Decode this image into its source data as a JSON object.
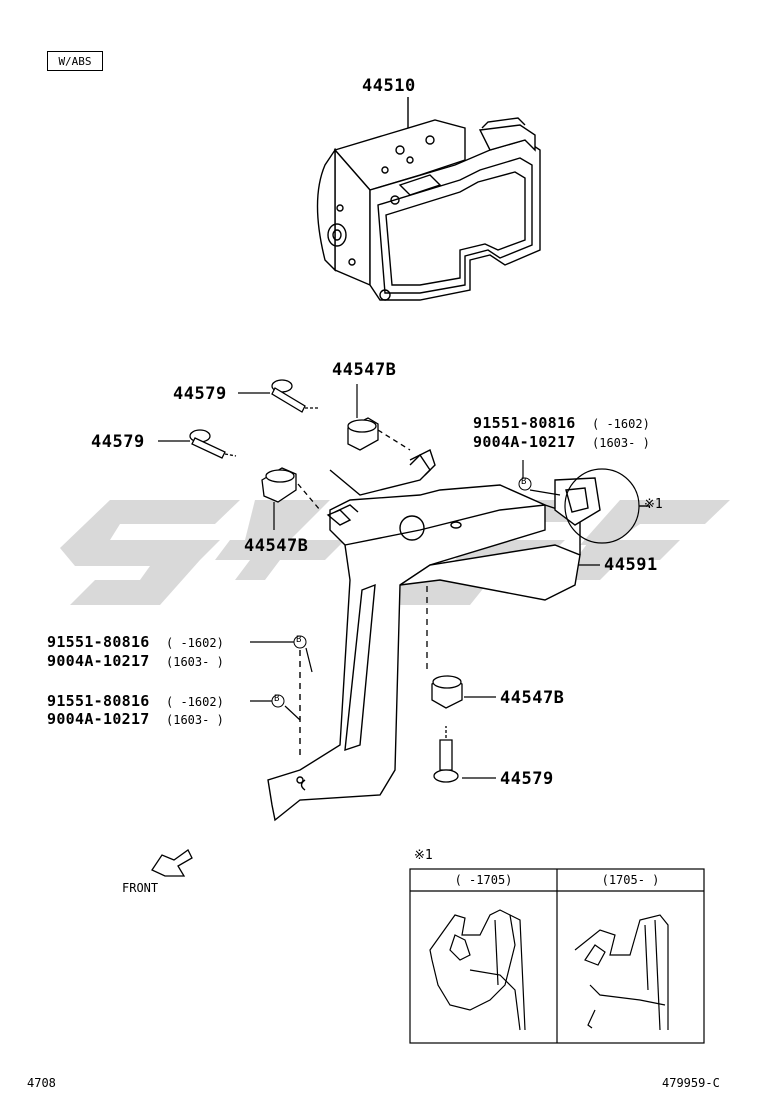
{
  "header": {
    "variant_tag": "W/ABS"
  },
  "parts": {
    "actuator": "44510",
    "cushion_top": "44547B",
    "cushion_left": "44547B",
    "cushion_lower": "44547B",
    "collar_top": "44579",
    "collar_left": "44579",
    "collar_lower": "44579",
    "bracket": "44591"
  },
  "bolts": {
    "right": {
      "code_a": "91551-80816",
      "range_a": "(    -1602)",
      "code_b": "9004A-10217",
      "range_b": "(1603-     )"
    },
    "left_1": {
      "code_a": "91551-80816",
      "range_a": "(    -1602)",
      "code_b": "9004A-10217",
      "range_b": "(1603-     )"
    },
    "left_2": {
      "code_a": "91551-80816",
      "range_a": "(    -1602)",
      "code_b": "9004A-10217",
      "range_b": "(1603-     )"
    },
    "marker": "B"
  },
  "note_ref": "※1",
  "front_label": "FRONT",
  "detail": {
    "title": "※1",
    "col_left": "(      -1705)",
    "col_right": "(1705-      )"
  },
  "footer": {
    "page_number": "4708",
    "illustration_id": "479959-C"
  },
  "colors": {
    "watermark": "#d6d6d6",
    "line": "#000000"
  }
}
